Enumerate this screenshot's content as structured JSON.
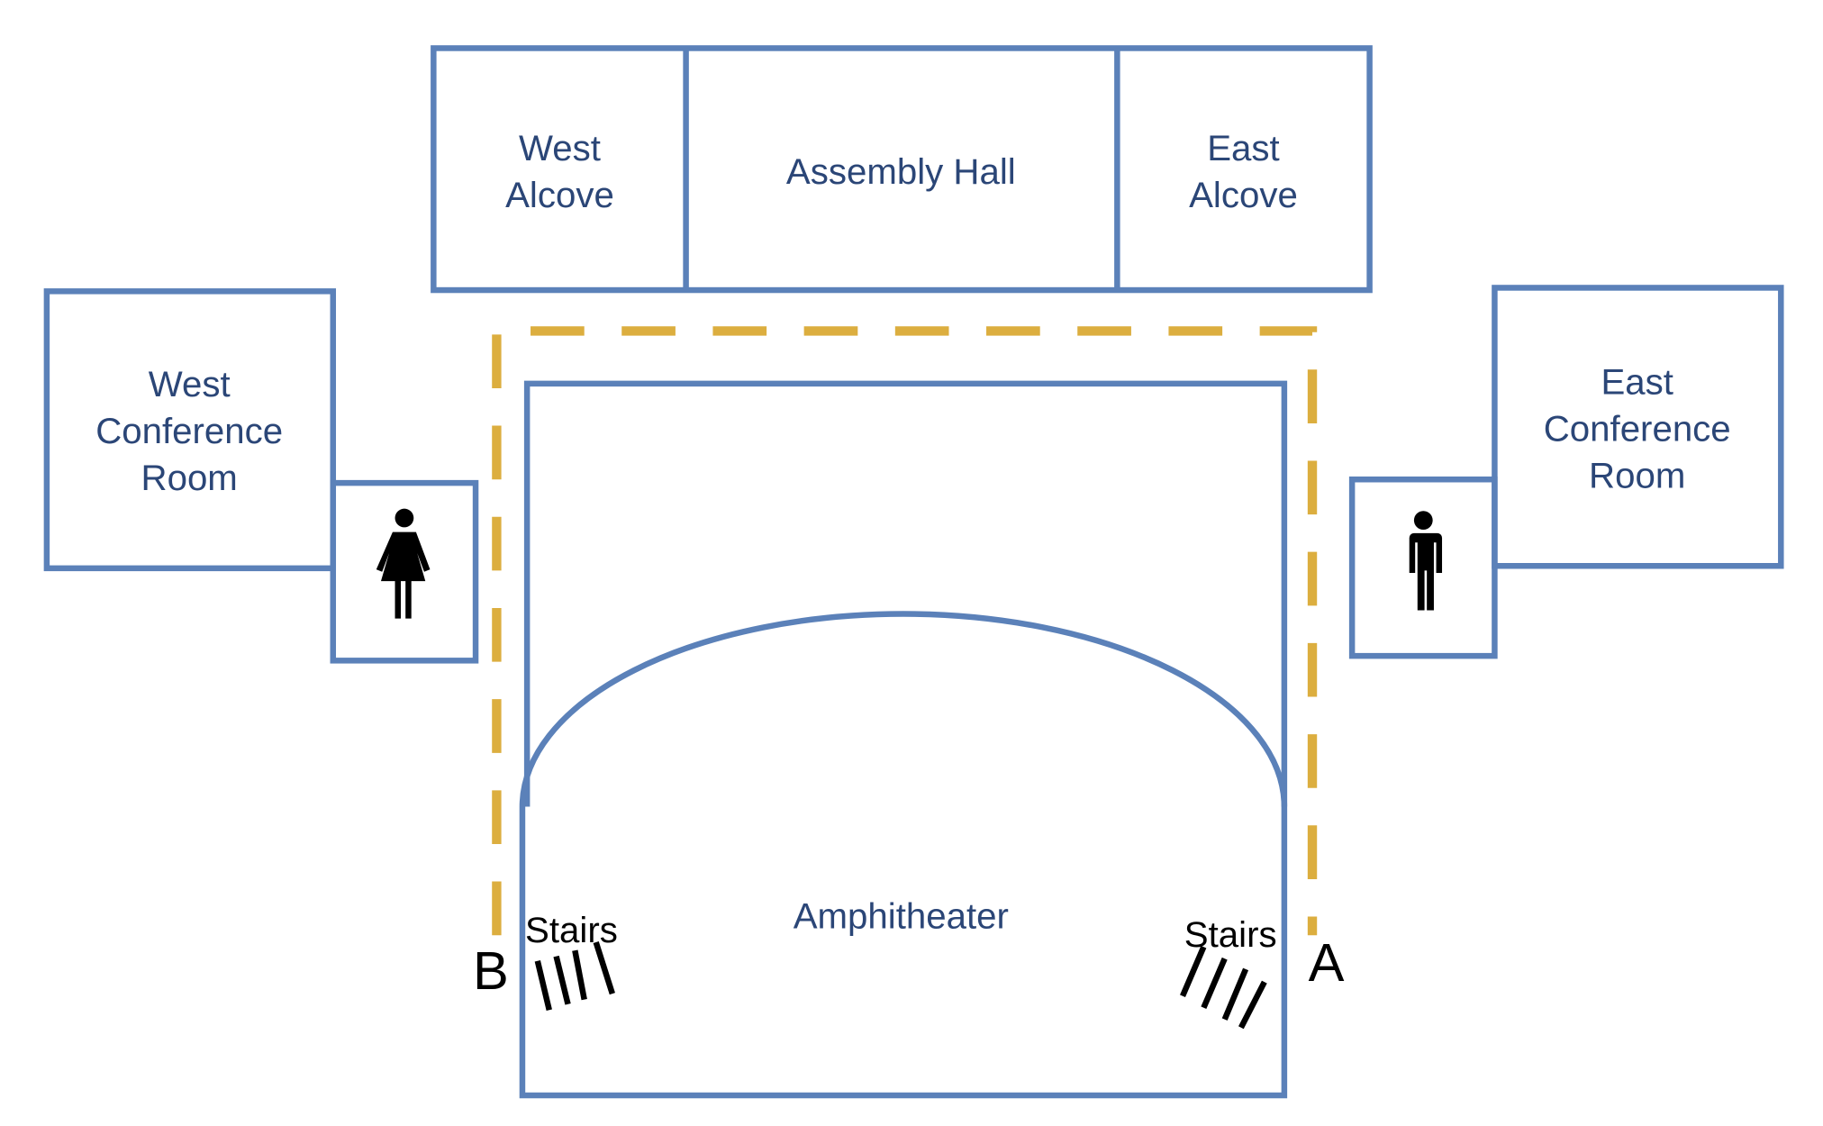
{
  "colors": {
    "walls": "#5b81b9",
    "labels": "#2b4677",
    "route": "#dcae3f",
    "markers": "#000000"
  },
  "rooms": {
    "west_alcove": [
      "West",
      "Alcove"
    ],
    "assembly_hall": "Assembly Hall",
    "east_alcove": [
      "East",
      "Alcove"
    ],
    "west_conference": [
      "West",
      "Conference",
      "Room"
    ],
    "east_conference": [
      "East",
      "Conference",
      "Room"
    ],
    "amphitheater": "Amphitheater"
  },
  "stairs": {
    "west": "Stairs",
    "east": "Stairs"
  },
  "points": {
    "a": "A",
    "b": "B"
  },
  "icons": {
    "west_restroom": "woman-restroom-icon",
    "east_restroom": "man-restroom-icon"
  }
}
